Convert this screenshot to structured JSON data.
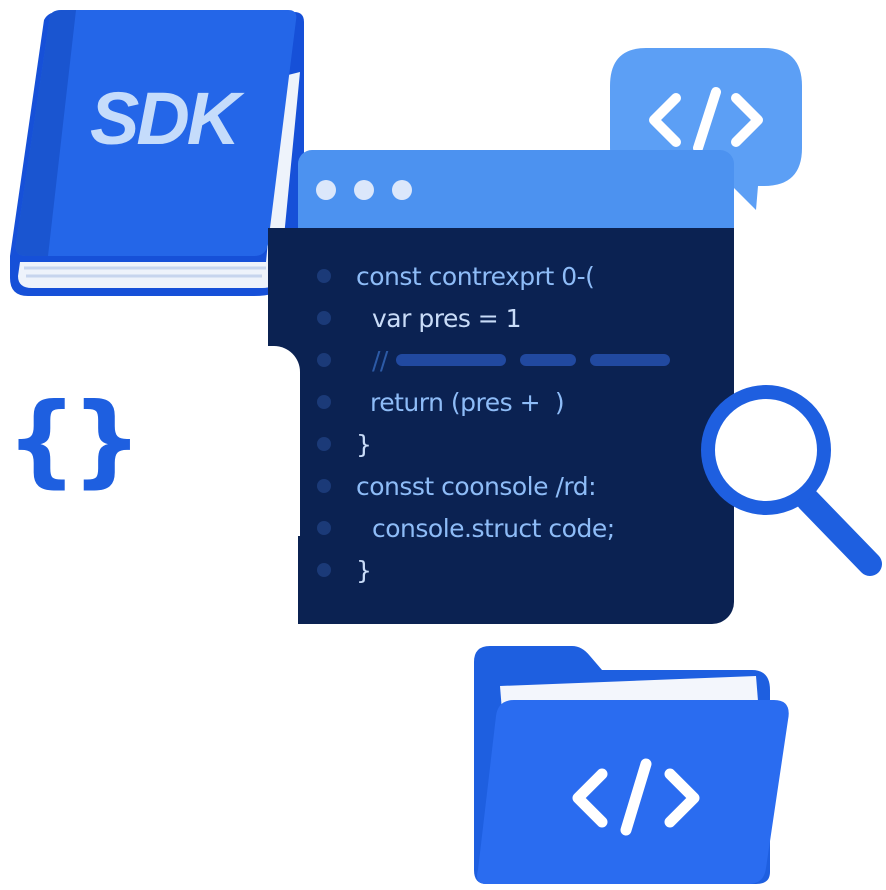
{
  "book": {
    "label": "SDK"
  },
  "bubble": {
    "icon": "code-tag-icon",
    "glyph": "</>"
  },
  "window": {
    "dots": [
      "dot",
      "dot",
      "dot"
    ],
    "lines": [
      {
        "text": "const contrexprt 0-("
      },
      {
        "text": "var pres = 1"
      },
      {
        "text": "//"
      },
      {
        "text": "return (pres +  )"
      },
      {
        "text": "}"
      },
      {
        "text": "consst coonsole /rd:"
      },
      {
        "text": "console.struct code;"
      },
      {
        "text": "}"
      }
    ]
  },
  "braces": {
    "glyph": "{}"
  },
  "folder": {
    "icon": "code-tag-icon",
    "glyph": "</>"
  },
  "colors": {
    "primary_blue": "#1e5fe0",
    "light_blue": "#4c92f0",
    "code_bg": "#0b2252",
    "code_text": "#c9dcf8",
    "number": "#f3df7a"
  }
}
